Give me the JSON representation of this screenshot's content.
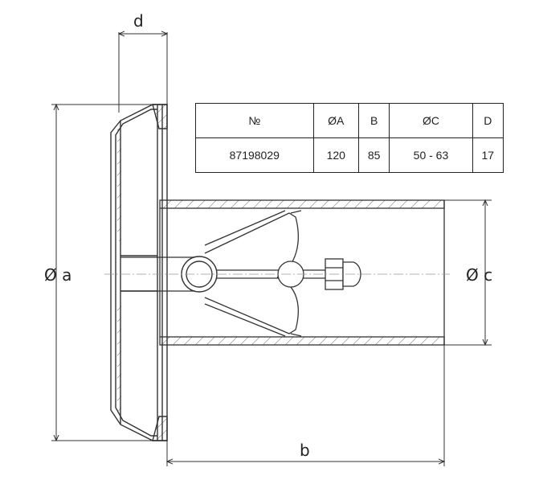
{
  "labels": {
    "d": "d",
    "a": "Ø a",
    "b": "b",
    "c": "Ø c"
  },
  "table": {
    "headers": [
      "№",
      "ØA",
      "B",
      "ØC",
      "D"
    ],
    "row": [
      "87198029",
      "120",
      "85",
      "50 - 63",
      "17"
    ]
  }
}
